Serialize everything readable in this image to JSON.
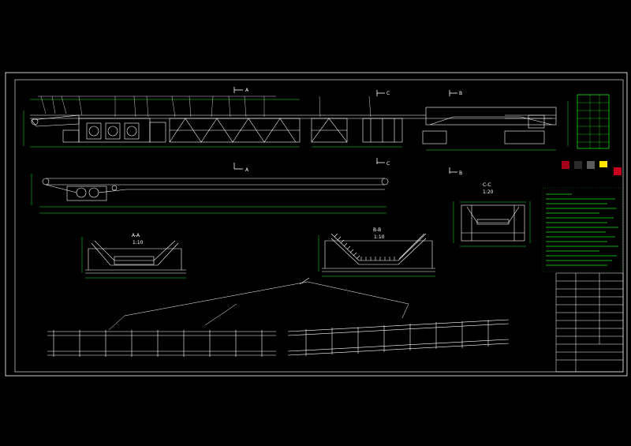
{
  "drawing": {
    "section_markers": {
      "a_top": "A",
      "a_bottom": "A",
      "c_top": "C",
      "c_bottom": "C",
      "b_top": "B",
      "b_bottom": "B"
    },
    "sections": {
      "a_a": {
        "title": "A-A",
        "scale": "1:10"
      },
      "b_b": {
        "title": "B-B",
        "scale": "1:10"
      },
      "c_c": {
        "title": "C-C",
        "scale": "1:20"
      }
    },
    "colors": {
      "background": "#000000",
      "lines": "#ffffff",
      "dimensions": "#19e619",
      "annotation": "#ffffff",
      "swatch_red": "#a3001a",
      "swatch_dark": "#2b2b2b",
      "swatch_gray": "#5a5a5a",
      "swatch_yellow": "#ffe600",
      "swatch_red2": "#c8001e"
    }
  }
}
